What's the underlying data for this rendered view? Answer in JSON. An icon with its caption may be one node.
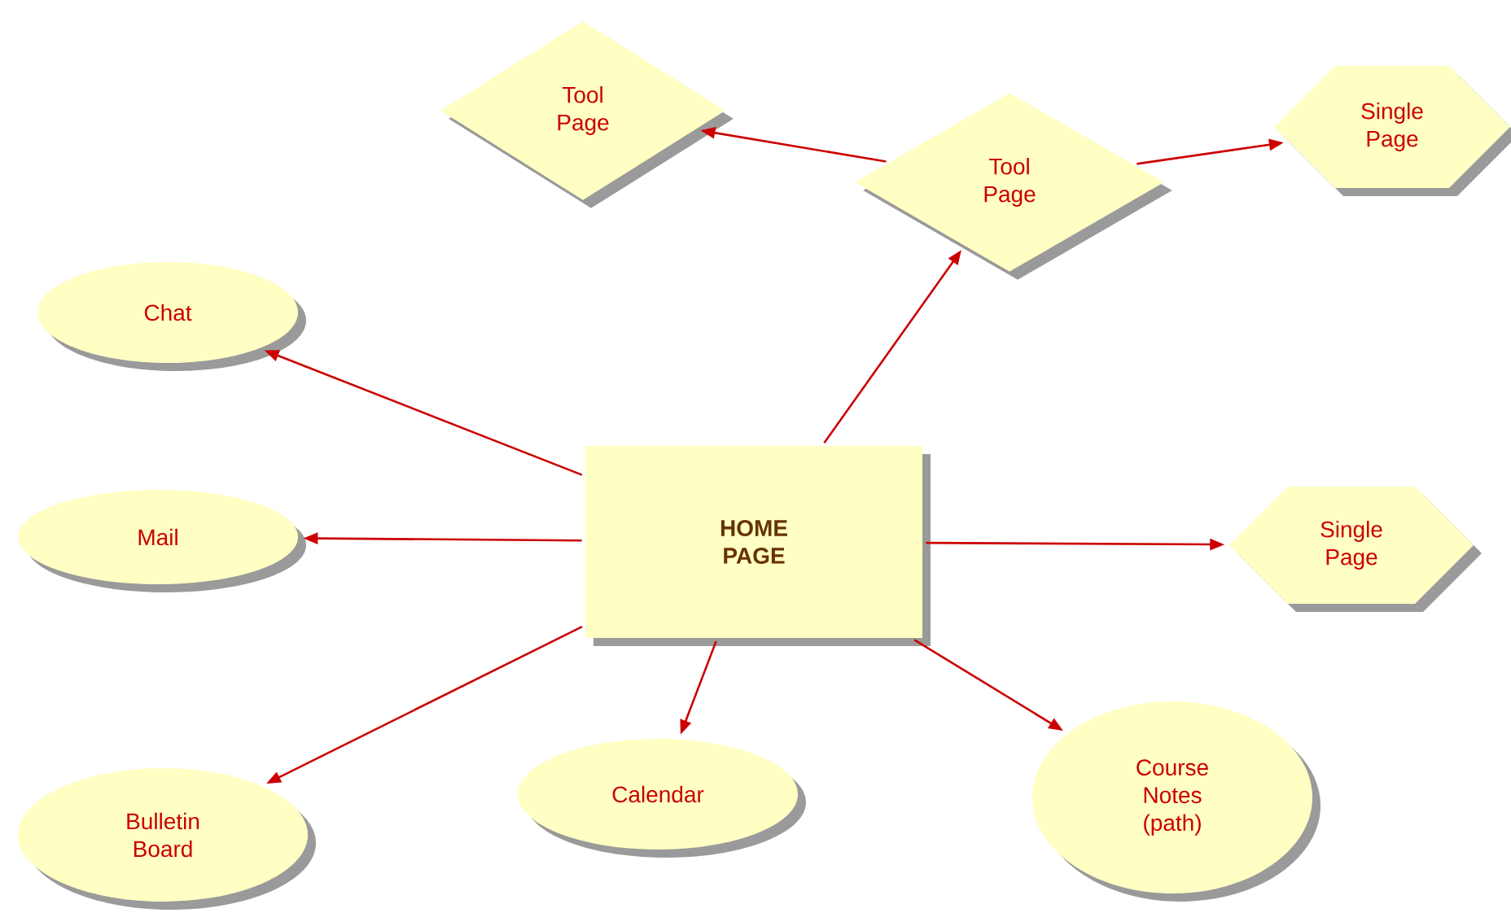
{
  "diagram": {
    "nodes": [
      {
        "text": [
          "Tool Page"
        ]
      },
      {
        "text": [
          "Single Page"
        ]
      },
      {
        "text": [
          "Tool Page"
        ]
      },
      {
        "text": [
          "Chat"
        ]
      },
      {
        "text": [
          "HOME PAGE"
        ]
      },
      {
        "text": [
          "Mail"
        ]
      },
      {
        "text": [
          "Single Page"
        ]
      },
      {
        "text": [
          "Calendar"
        ]
      },
      {
        "text": [
          "Course Notes (path)"
        ]
      },
      {
        "text": [
          "Bulletin Board"
        ]
      }
    ],
    "edges": [
      {
        "from": 4,
        "to": 2,
        "arrow": "to"
      },
      {
        "from": 2,
        "to": 0,
        "arrow": "to"
      },
      {
        "from": 2,
        "to": 1,
        "arrow": "to"
      },
      {
        "from": 4,
        "to": 3,
        "arrow": "to"
      },
      {
        "from": 4,
        "to": 5,
        "arrow": "to"
      },
      {
        "from": 4,
        "to": 6,
        "arrow": "to"
      },
      {
        "from": 4,
        "to": 9,
        "arrow": "to"
      },
      {
        "from": 4,
        "to": 7,
        "arrow": "to"
      },
      {
        "from": 4,
        "to": 8,
        "arrow": "to"
      }
    ]
  }
}
